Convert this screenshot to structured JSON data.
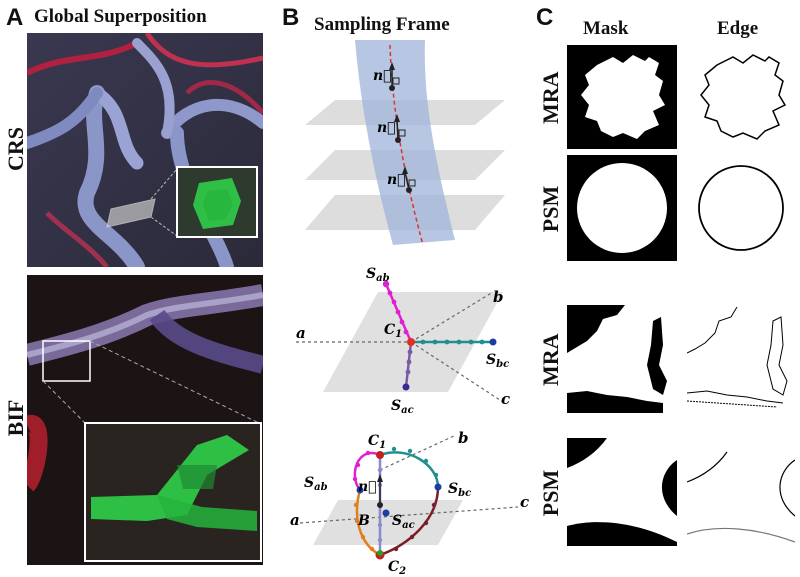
{
  "panels": {
    "A": {
      "letter": "A",
      "title": "Global Superposition",
      "row_top_label": "CRS",
      "row_bottom_label": "BIF"
    },
    "B": {
      "letter": "B",
      "title": "Sampling Frame",
      "vectors": [
        "n⃗",
        "n⃗",
        "n⃗"
      ],
      "mid_labels": {
        "s_ab": "S",
        "s_ab_sub": "ab",
        "s_bc": "S",
        "s_bc_sub": "bc",
        "s_ac": "S",
        "s_ac_sub": "ac",
        "c1": "C",
        "c1_sub": "1",
        "a": "a",
        "b": "b",
        "c": "c"
      },
      "bottom_labels": {
        "c1": "C",
        "c1_sub": "1",
        "c2": "C",
        "c2_sub": "2",
        "s_ab": "S",
        "s_ab_sub": "ab",
        "s_bc": "S",
        "s_bc_sub": "bc",
        "s_ac": "S",
        "s_ac_sub": "ac",
        "n": "n⃗",
        "B": "B",
        "a": "a",
        "b": "b",
        "c": "c"
      }
    },
    "C": {
      "letter": "C",
      "col_mask": "Mask",
      "col_edge": "Edge",
      "row_labels": [
        "MRA",
        "PSM",
        "MRA",
        "PSM"
      ]
    }
  },
  "colors": {
    "vessel_blue": "#8a95c8",
    "vessel_red": "#c0304a",
    "green_voxels": "#2fd64a",
    "magenta": "#e020d0",
    "teal": "#1f8f8f",
    "purple": "#7a5aa8",
    "orange": "#e0801a",
    "dark_red": "#7a1f2a"
  }
}
